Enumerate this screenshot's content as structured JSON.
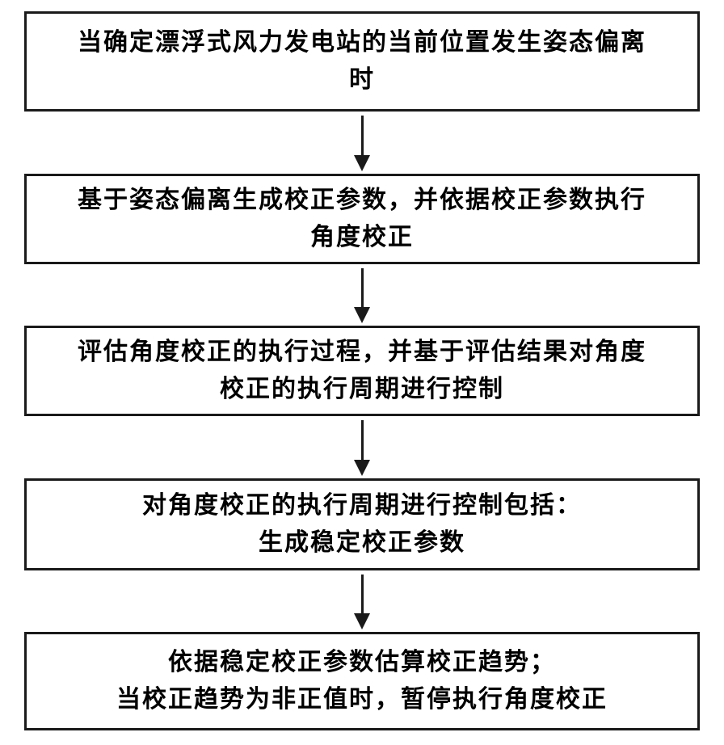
{
  "diagram": {
    "type": "flowchart",
    "direction": "top-down",
    "colors": {
      "border": "#1a1a1a",
      "background": "#ffffff",
      "text": "#000000"
    },
    "steps": [
      {
        "id": 1,
        "lines": [
          "当确定漂浮式风力发电站的当前位置发生姿态偏离",
          "时"
        ]
      },
      {
        "id": 2,
        "lines": [
          "基于姿态偏离生成校正参数，并依据校正参数执行",
          "角度校正"
        ]
      },
      {
        "id": 3,
        "lines": [
          "评估角度校正的执行过程，并基于评估结果对角度",
          "校正的执行周期进行控制"
        ]
      },
      {
        "id": 4,
        "lines": [
          "对角度校正的执行周期进行控制包括：",
          "生成稳定校正参数"
        ]
      },
      {
        "id": 5,
        "lines": [
          "依据稳定校正参数估算校正趋势；",
          "当校正趋势为非正值时，暂停执行角度校正"
        ]
      }
    ],
    "connectors": [
      {
        "from": 1,
        "to": 2,
        "style": "arrow-down"
      },
      {
        "from": 2,
        "to": 3,
        "style": "arrow-down"
      },
      {
        "from": 3,
        "to": 4,
        "style": "arrow-down"
      },
      {
        "from": 4,
        "to": 5,
        "style": "arrow-down"
      }
    ]
  }
}
